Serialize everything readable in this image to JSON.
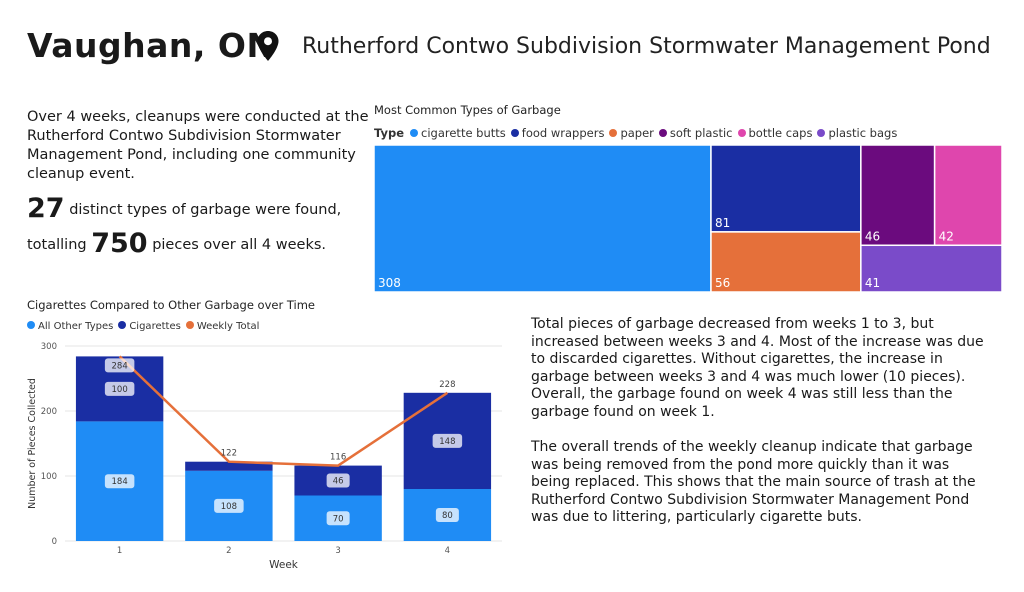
{
  "header": {
    "city": "Vaughan, ON",
    "site": "Rutherford Contwo Subdivision Stormwater Management Pond"
  },
  "intro_text": "Over 4 weeks, cleanups were conducted at the Rutherford Contwo Subdivision Stormwater Management Pond, including one community cleanup event.",
  "stats": {
    "types_count": "27",
    "types_text": "distinct types of garbage were found,",
    "total_prefix": "totalling",
    "total_count": "750",
    "total_suffix": "pieces over all 4 weeks."
  },
  "paragraphs": {
    "p1": "Total pieces of garbage decreased from weeks 1 to 3, but increased between weeks 3 and 4. Most of the increase was due to discarded cigarettes. Without cigarettes, the increase in garbage between weeks 3 and 4 was much lower (10 pieces). Overall, the garbage found on week 4 was still less than the garbage found on week 1.",
    "p2": "The overall trends of the weekly cleanup indicate that garbage was being removed from the pond more quickly than it was being replaced. This shows that the main source of trash at the Rutherford Contwo Subdivision Stormwater Management Pond was due to littering, particularly cigarette buts."
  },
  "chart_data": [
    {
      "type": "treemap",
      "title": "Most Common Types of Garbage",
      "legend_title": "Type",
      "legend_position": "top-left",
      "items": [
        {
          "name": "cigarette butts",
          "value": 308,
          "color": "#1f8cf5"
        },
        {
          "name": "food wrappers",
          "value": 81,
          "color": "#1a2ea3"
        },
        {
          "name": "paper",
          "value": 56,
          "color": "#e5703a"
        },
        {
          "name": "soft plastic",
          "value": 46,
          "color": "#6b0b7e"
        },
        {
          "name": "bottle caps",
          "value": 42,
          "color": "#df46ad"
        },
        {
          "name": "plastic bags",
          "value": 41,
          "color": "#7a4bc9"
        }
      ]
    },
    {
      "type": "bar",
      "stacked": true,
      "title": "Cigarettes Compared to Other Garbage over Time",
      "xlabel": "Week",
      "ylabel": "Number of Pieces Collected",
      "categories": [
        "1",
        "2",
        "3",
        "4"
      ],
      "ylim": [
        0,
        300
      ],
      "yticks": [
        0,
        100,
        200,
        300
      ],
      "grid": true,
      "legend_position": "top-left",
      "series": [
        {
          "name": "All Other Types",
          "type": "bar",
          "color": "#1f8cf5",
          "values": [
            184,
            108,
            70,
            80
          ]
        },
        {
          "name": "Cigarettes",
          "type": "bar",
          "color": "#1a2ea3",
          "values": [
            100,
            14,
            46,
            148
          ]
        },
        {
          "name": "Weekly Total",
          "type": "line",
          "color": "#e5703a",
          "values": [
            284,
            122,
            116,
            228
          ]
        }
      ],
      "data_labels": {
        "All Other Types": [
          "184",
          "108",
          "70",
          "80"
        ],
        "Cigarettes": [
          "100",
          "",
          "46",
          "148"
        ],
        "Weekly Total": [
          "284",
          "122",
          "116",
          "228"
        ]
      }
    }
  ]
}
